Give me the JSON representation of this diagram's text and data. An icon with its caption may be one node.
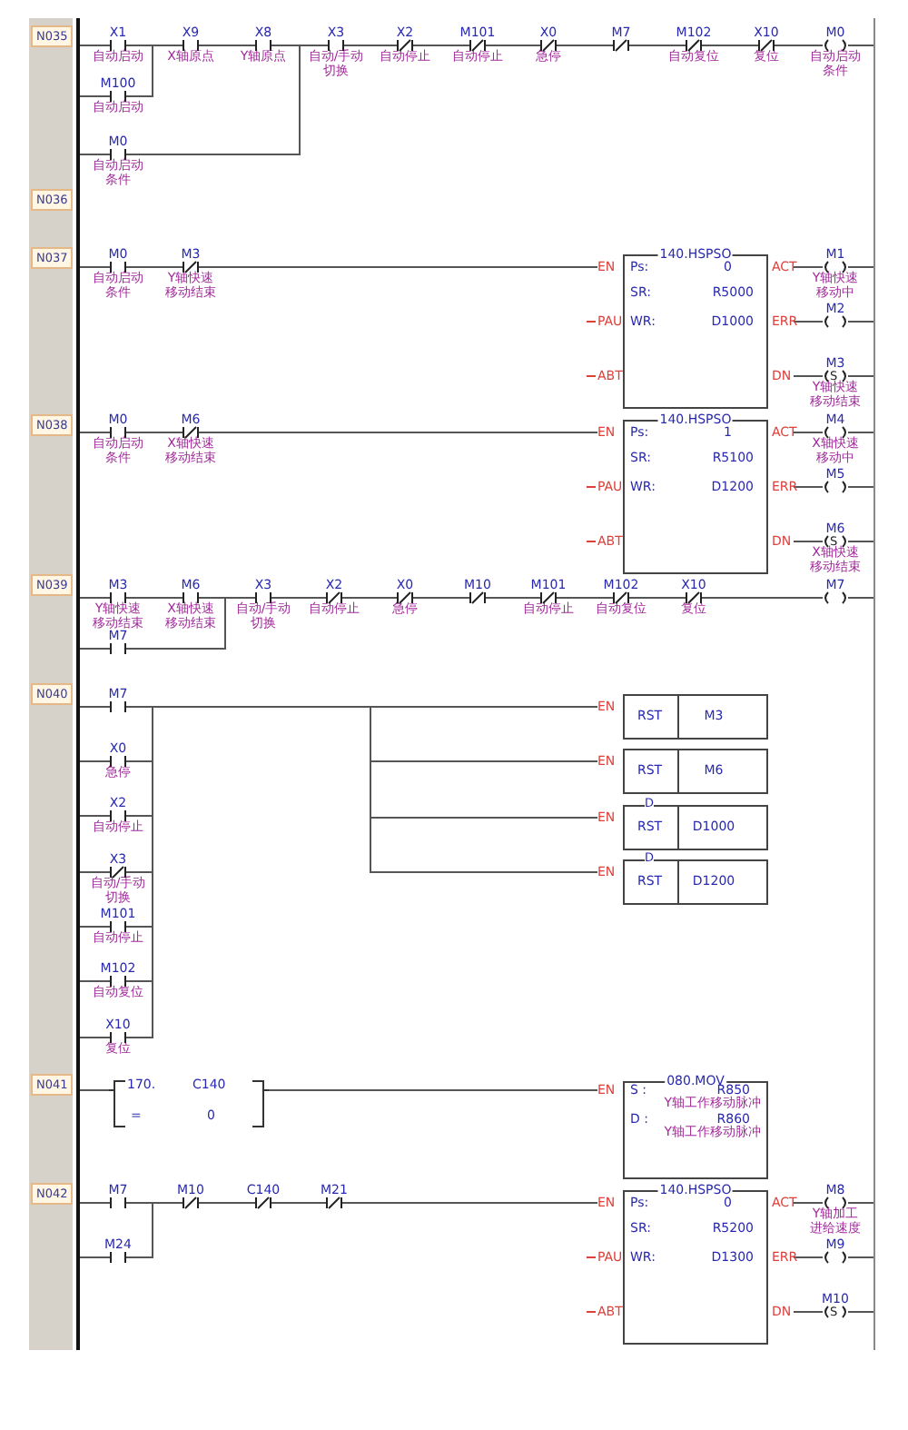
{
  "diagram": {
    "nodes": [
      {
        "text": [
          "X1",
          "自动启动"
        ]
      },
      {
        "text": [
          "X9",
          "X轴原点"
        ]
      },
      {
        "text": [
          "X8",
          "Y轴原点"
        ]
      },
      {
        "text": [
          "X3",
          "自动/手动切换"
        ]
      },
      {
        "text": [
          "X2",
          "自动停止"
        ]
      },
      {
        "text": [
          "M101",
          "自动停止"
        ]
      },
      {
        "text": [
          "X0",
          "急停"
        ]
      },
      {
        "text": [
          "M7"
        ]
      },
      {
        "text": [
          "M102",
          "自动复位"
        ]
      },
      {
        "text": [
          "X10",
          "复位"
        ]
      },
      {
        "text": [
          "M0",
          "自动启动条件"
        ]
      },
      {
        "text": [
          "M100",
          "自动启动"
        ]
      },
      {
        "text": [
          "M0",
          "自动启动条件"
        ]
      },
      {
        "text": [
          "M0",
          "自动启动条件"
        ]
      },
      {
        "text": [
          "M3",
          "Y轴快速移动结束"
        ]
      },
      {
        "text": [
          "140.HSPSO",
          "EN",
          "PAU",
          "ABT",
          "Ps:",
          "0",
          "SR:",
          "R5000",
          "WR:",
          "D1000",
          "ACT",
          "ERR",
          "DN"
        ]
      },
      {
        "text": [
          "M1",
          "Y轴快速移动中"
        ]
      },
      {
        "text": [
          "M2"
        ]
      },
      {
        "text": [
          "M3",
          "S",
          "Y轴快速移动结束"
        ]
      },
      {
        "text": [
          "M0",
          "自动启动条件"
        ]
      },
      {
        "text": [
          "M6",
          "X轴快速移动结束"
        ]
      },
      {
        "text": [
          "140.HSPSO",
          "EN",
          "PAU",
          "ABT",
          "Ps:",
          "1",
          "SR:",
          "R5100",
          "WR:",
          "D1200",
          "ACT",
          "ERR",
          "DN"
        ]
      },
      {
        "text": [
          "M4",
          "X轴快速移动中"
        ]
      },
      {
        "text": [
          "M5"
        ]
      },
      {
        "text": [
          "M6",
          "S",
          "X轴快速移动结束"
        ]
      },
      {
        "text": [
          "M3",
          "Y轴快速移动结束"
        ]
      },
      {
        "text": [
          "M6",
          "X轴快速移动结束"
        ]
      },
      {
        "text": [
          "X3",
          "自动/手动切换"
        ]
      },
      {
        "text": [
          "X2",
          "自动停止"
        ]
      },
      {
        "text": [
          "X0",
          "急停"
        ]
      },
      {
        "text": [
          "M10"
        ]
      },
      {
        "text": [
          "M101",
          "自动停止"
        ]
      },
      {
        "text": [
          "M102",
          "自动复位"
        ]
      },
      {
        "text": [
          "X10",
          "复位"
        ]
      },
      {
        "text": [
          "M7"
        ]
      },
      {
        "text": [
          "M7"
        ]
      },
      {
        "text": [
          "M7"
        ]
      },
      {
        "text": [
          "X0",
          "急停"
        ]
      },
      {
        "text": [
          "X2",
          "自动停止"
        ]
      },
      {
        "text": [
          "X3",
          "自动/手动切换"
        ]
      },
      {
        "text": [
          "M101",
          "自动停止"
        ]
      },
      {
        "text": [
          "M102",
          "自动复位"
        ]
      },
      {
        "text": [
          "X10",
          "复位"
        ]
      },
      {
        "text": [
          "EN",
          "RST",
          "M3"
        ]
      },
      {
        "text": [
          "EN",
          "RST",
          "M6"
        ]
      },
      {
        "text": [
          "EN",
          "D",
          "RST",
          "D1000"
        ]
      },
      {
        "text": [
          "EN",
          "D",
          "RST",
          "D1200"
        ]
      },
      {
        "text": [
          "170.",
          "C140",
          "=",
          "0"
        ]
      },
      {
        "text": [
          "080.MOV",
          "EN",
          "S :",
          "R850",
          "Y轴工作移动脉冲",
          "D :",
          "R860",
          "Y轴工作移动脉冲"
        ]
      },
      {
        "text": [
          "M7"
        ]
      },
      {
        "text": [
          "M24"
        ]
      },
      {
        "text": [
          "M10"
        ]
      },
      {
        "text": [
          "C140"
        ]
      },
      {
        "text": [
          "M21"
        ]
      },
      {
        "text": [
          "140.HSPSO",
          "EN",
          "PAU",
          "ABT",
          "Ps:",
          "0",
          "SR:",
          "R5200",
          "WR:",
          "D1300",
          "ACT",
          "ERR",
          "DN"
        ]
      },
      {
        "text": [
          "M8",
          "Y轴加工进给速度"
        ]
      },
      {
        "text": [
          "M9"
        ]
      },
      {
        "text": [
          "M10",
          "S"
        ]
      },
      {
        "text": [],
        "shape": "bar"
      },
      {
        "text": [],
        "shape": "bar"
      }
    ],
    "edges": [
      {
        "from": 0,
        "to": 1,
        "arrow": "none"
      },
      {
        "from": 11,
        "to": 1,
        "arrow": "none"
      },
      {
        "from": 1,
        "to": 2,
        "arrow": "none"
      },
      {
        "from": 2,
        "to": 3,
        "arrow": "none"
      },
      {
        "from": 12,
        "to": 3,
        "arrow": "none"
      },
      {
        "from": 3,
        "to": 4,
        "arrow": "none"
      },
      {
        "from": 4,
        "to": 5,
        "arrow": "none"
      },
      {
        "from": 5,
        "to": 6,
        "arrow": "none"
      },
      {
        "from": 6,
        "to": 7,
        "arrow": "none"
      },
      {
        "from": 7,
        "to": 8,
        "arrow": "none"
      },
      {
        "from": 8,
        "to": 9,
        "arrow": "none"
      },
      {
        "from": 9,
        "to": 10,
        "arrow": "none"
      },
      {
        "from": 13,
        "to": 14,
        "arrow": "none"
      },
      {
        "from": 14,
        "to": 15,
        "arrow": "none"
      },
      {
        "from": 15,
        "to": 16,
        "arrow": "none"
      },
      {
        "from": 15,
        "to": 17,
        "arrow": "none"
      },
      {
        "from": 15,
        "to": 18,
        "arrow": "none"
      },
      {
        "from": 19,
        "to": 20,
        "arrow": "none"
      },
      {
        "from": 20,
        "to": 21,
        "arrow": "none"
      },
      {
        "from": 21,
        "to": 22,
        "arrow": "none"
      },
      {
        "from": 21,
        "to": 23,
        "arrow": "none"
      },
      {
        "from": 21,
        "to": 24,
        "arrow": "none"
      },
      {
        "from": 25,
        "to": 26,
        "arrow": "none"
      },
      {
        "from": 26,
        "to": 27,
        "arrow": "none"
      },
      {
        "from": 35,
        "to": 27,
        "arrow": "none"
      },
      {
        "from": 27,
        "to": 28,
        "arrow": "none"
      },
      {
        "from": 28,
        "to": 29,
        "arrow": "none"
      },
      {
        "from": 29,
        "to": 30,
        "arrow": "none"
      },
      {
        "from": 30,
        "to": 31,
        "arrow": "none"
      },
      {
        "from": 31,
        "to": 32,
        "arrow": "none"
      },
      {
        "from": 32,
        "to": 33,
        "arrow": "none"
      },
      {
        "from": 33,
        "to": 34,
        "arrow": "none"
      },
      {
        "from": 36,
        "to": 43,
        "arrow": "none"
      },
      {
        "from": 36,
        "to": 44,
        "arrow": "none"
      },
      {
        "from": 36,
        "to": 45,
        "arrow": "none"
      },
      {
        "from": 36,
        "to": 46,
        "arrow": "none"
      },
      {
        "from": 37,
        "to": 43,
        "arrow": "none"
      },
      {
        "from": 37,
        "to": 44,
        "arrow": "none"
      },
      {
        "from": 37,
        "to": 45,
        "arrow": "none"
      },
      {
        "from": 37,
        "to": 46,
        "arrow": "none"
      },
      {
        "from": 38,
        "to": 43,
        "arrow": "none"
      },
      {
        "from": 38,
        "to": 44,
        "arrow": "none"
      },
      {
        "from": 38,
        "to": 45,
        "arrow": "none"
      },
      {
        "from": 38,
        "to": 46,
        "arrow": "none"
      },
      {
        "from": 39,
        "to": 43,
        "arrow": "none"
      },
      {
        "from": 39,
        "to": 44,
        "arrow": "none"
      },
      {
        "from": 39,
        "to": 45,
        "arrow": "none"
      },
      {
        "from": 39,
        "to": 46,
        "arrow": "none"
      },
      {
        "from": 40,
        "to": 43,
        "arrow": "none"
      },
      {
        "from": 40,
        "to": 44,
        "arrow": "none"
      },
      {
        "from": 40,
        "to": 45,
        "arrow": "none"
      },
      {
        "from": 40,
        "to": 46,
        "arrow": "none"
      },
      {
        "from": 41,
        "to": 43,
        "arrow": "none"
      },
      {
        "from": 41,
        "to": 44,
        "arrow": "none"
      },
      {
        "from": 41,
        "to": 45,
        "arrow": "none"
      },
      {
        "from": 41,
        "to": 46,
        "arrow": "none"
      },
      {
        "from": 42,
        "to": 43,
        "arrow": "none"
      },
      {
        "from": 42,
        "to": 44,
        "arrow": "none"
      },
      {
        "from": 42,
        "to": 45,
        "arrow": "none"
      },
      {
        "from": 42,
        "to": 46,
        "arrow": "none"
      },
      {
        "from": 47,
        "to": 48,
        "arrow": "none"
      },
      {
        "from": 49,
        "to": 51,
        "arrow": "none"
      },
      {
        "from": 50,
        "to": 51,
        "arrow": "none"
      },
      {
        "from": 51,
        "to": 52,
        "arrow": "none"
      },
      {
        "from": 52,
        "to": 53,
        "arrow": "none"
      },
      {
        "from": 53,
        "to": 54,
        "arrow": "none"
      },
      {
        "from": 54,
        "to": 55,
        "arrow": "none"
      },
      {
        "from": 54,
        "to": 56,
        "arrow": "none"
      },
      {
        "from": 54,
        "to": 57,
        "arrow": "none"
      },
      {
        "from": 58,
        "to": 0,
        "arrow": "none"
      },
      {
        "from": 58,
        "to": 11,
        "arrow": "none"
      },
      {
        "from": 58,
        "to": 12,
        "arrow": "none"
      },
      {
        "from": 10,
        "to": 59,
        "arrow": "none"
      },
      {
        "from": 58,
        "to": 13,
        "arrow": "none"
      },
      {
        "from": 16,
        "to": 59,
        "arrow": "none"
      },
      {
        "from": 17,
        "to": 59,
        "arrow": "none"
      },
      {
        "from": 18,
        "to": 59,
        "arrow": "none"
      },
      {
        "from": 58,
        "to": 19,
        "arrow": "none"
      },
      {
        "from": 22,
        "to": 59,
        "arrow": "none"
      },
      {
        "from": 23,
        "to": 59,
        "arrow": "none"
      },
      {
        "from": 24,
        "to": 59,
        "arrow": "none"
      },
      {
        "from": 58,
        "to": 25,
        "arrow": "none"
      },
      {
        "from": 58,
        "to": 35,
        "arrow": "none"
      },
      {
        "from": 34,
        "to": 59,
        "arrow": "none"
      },
      {
        "from": 58,
        "to": 36,
        "arrow": "none"
      },
      {
        "from": 58,
        "to": 37,
        "arrow": "none"
      },
      {
        "from": 58,
        "to": 38,
        "arrow": "none"
      },
      {
        "from": 58,
        "to": 39,
        "arrow": "none"
      },
      {
        "from": 58,
        "to": 40,
        "arrow": "none"
      },
      {
        "from": 58,
        "to": 41,
        "arrow": "none"
      },
      {
        "from": 58,
        "to": 42,
        "arrow": "none"
      },
      {
        "from": 58,
        "to": 47,
        "arrow": "none"
      },
      {
        "from": 58,
        "to": 49,
        "arrow": "none"
      },
      {
        "from": 58,
        "to": 50,
        "arrow": "none"
      },
      {
        "from": 55,
        "to": 59,
        "arrow": "none"
      },
      {
        "from": 56,
        "to": 59,
        "arrow": "none"
      },
      {
        "from": 57,
        "to": 59,
        "arrow": "none"
      }
    ],
    "labels": [
      "N035",
      "N036",
      "N037",
      "N038",
      "N039",
      "N040",
      "N041",
      "N042"
    ]
  }
}
